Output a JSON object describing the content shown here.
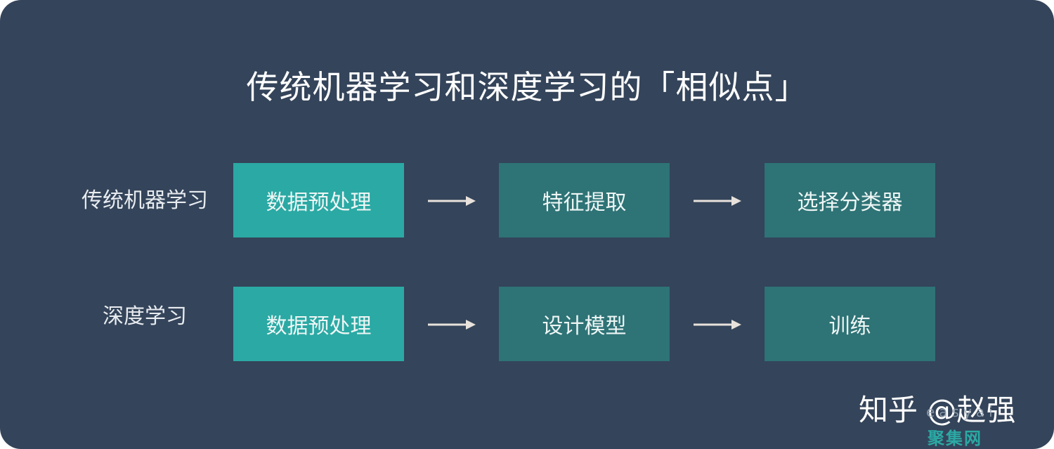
{
  "title": "传统机器学习和深度学习的「相似点」",
  "rows": [
    {
      "label": "传统机器学习",
      "steps": [
        "数据预处理",
        "特征提取",
        "选择分类器"
      ]
    },
    {
      "label": "深度学习",
      "steps": [
        "数据预处理",
        "设计模型",
        "训练"
      ]
    }
  ],
  "watermark": {
    "text": "知乎 @赵强",
    "overlay_text": "easyai",
    "brand": "聚集网"
  },
  "colors": {
    "background": "#34445a",
    "primary_step": "#2ba9a4",
    "secondary_step": "#2e7376",
    "arrow": "#e8e2dc"
  }
}
